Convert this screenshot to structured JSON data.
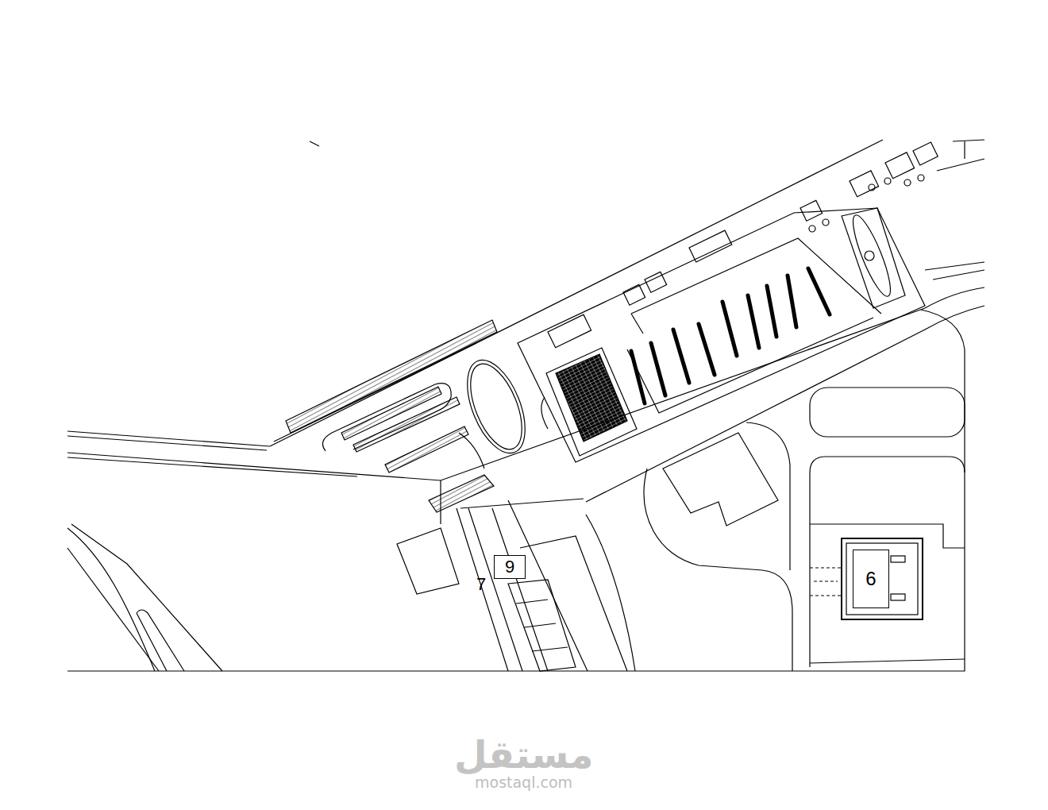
{
  "diagram": {
    "nodes": [
      {
        "text": [
          "9"
        ]
      },
      {
        "text": [
          "6"
        ]
      }
    ],
    "labels": [
      "7",
      "مستقل",
      "mostaql.com"
    ]
  }
}
